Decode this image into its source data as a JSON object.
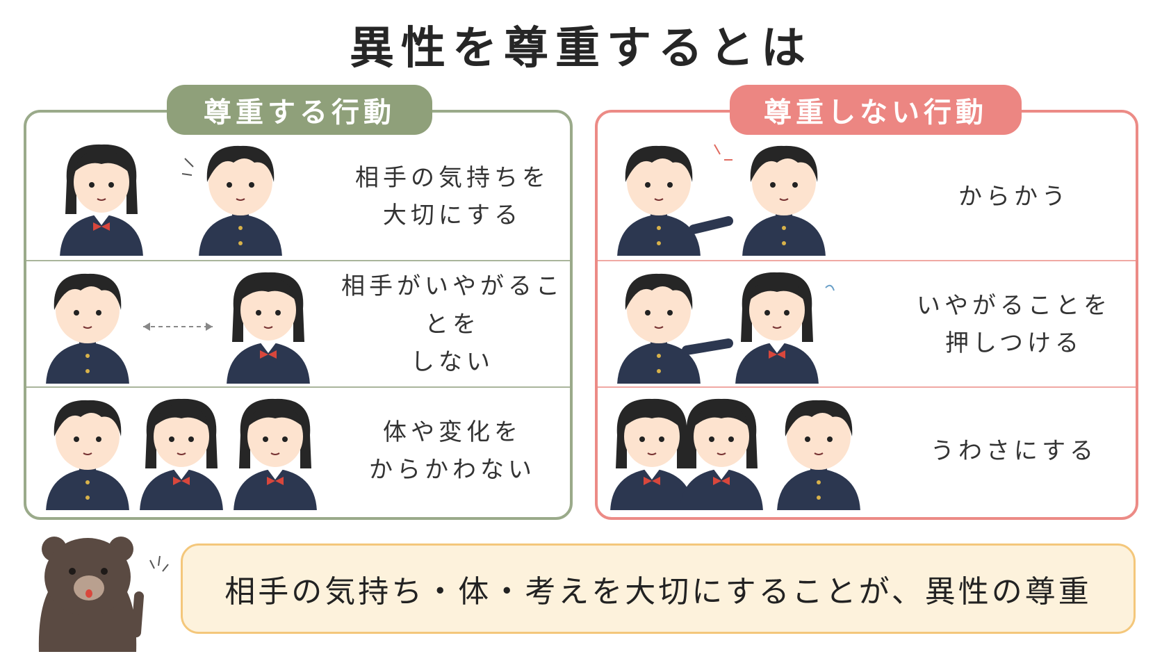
{
  "title": "異性を尊重するとは",
  "left_panel": {
    "heading": "尊重する行動",
    "rows": [
      {
        "caption": "相手の気持ちを\n大切にする"
      },
      {
        "caption": "相手がいやがることを\nしない"
      },
      {
        "caption": "体や変化を\nからかわない"
      }
    ]
  },
  "right_panel": {
    "heading": "尊重しない行動",
    "rows": [
      {
        "caption": "からかう"
      },
      {
        "caption": "いやがることを\n押しつける"
      },
      {
        "caption": "うわさにする"
      }
    ]
  },
  "summary": "相手の気持ち・体・考えを大切にすることが、異性の尊重",
  "colors": {
    "respect_accent": "#8fa07a",
    "disrespect_accent": "#ec8682",
    "summary_bg": "#fdf2dc",
    "uniform": "#2c3750",
    "ribbon": "#d9473c",
    "bear": "#5a4a42"
  }
}
